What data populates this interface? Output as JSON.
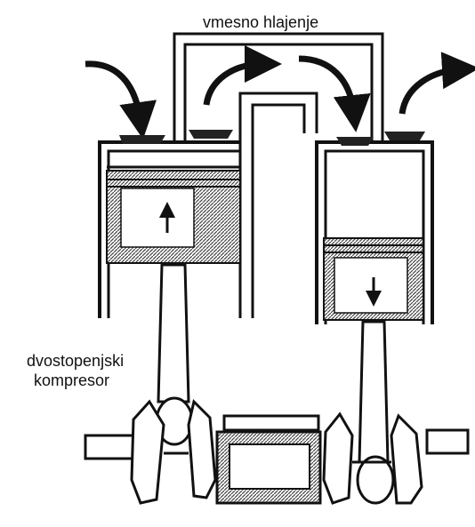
{
  "labels": {
    "intercooling": "vmesno hlajenje",
    "compressor_line1": "dvostopenjski",
    "compressor_line2": "kompresor"
  },
  "colors": {
    "ink": "#111111",
    "hatch": "#555555",
    "paper": "#ffffff"
  }
}
